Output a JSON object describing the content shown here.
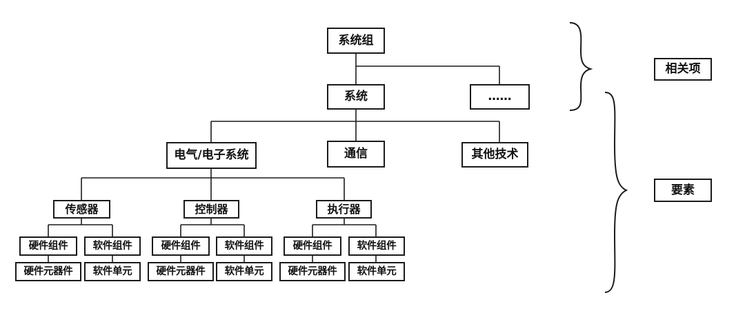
{
  "diagram": {
    "root": "系统组",
    "system": "系统",
    "other_system": "……",
    "related_label": "相关项",
    "elements_label": "要素",
    "level2": {
      "electrical": "电气/电子系统",
      "communication": "通信",
      "other_tech": "其他技术"
    },
    "branches": [
      {
        "name": "传感器",
        "hw_component": "硬件组件",
        "sw_component": "软件组件",
        "hw_part": "硬件元器件",
        "sw_unit": "软件单元"
      },
      {
        "name": "控制器",
        "hw_component": "硬件组件",
        "sw_component": "软件组件",
        "hw_part": "硬件元器件",
        "sw_unit": "软件单元"
      },
      {
        "name": "执行器",
        "hw_component": "硬件组件",
        "sw_component": "软件组件",
        "hw_part": "硬件元器件",
        "sw_unit": "软件单元"
      }
    ]
  }
}
